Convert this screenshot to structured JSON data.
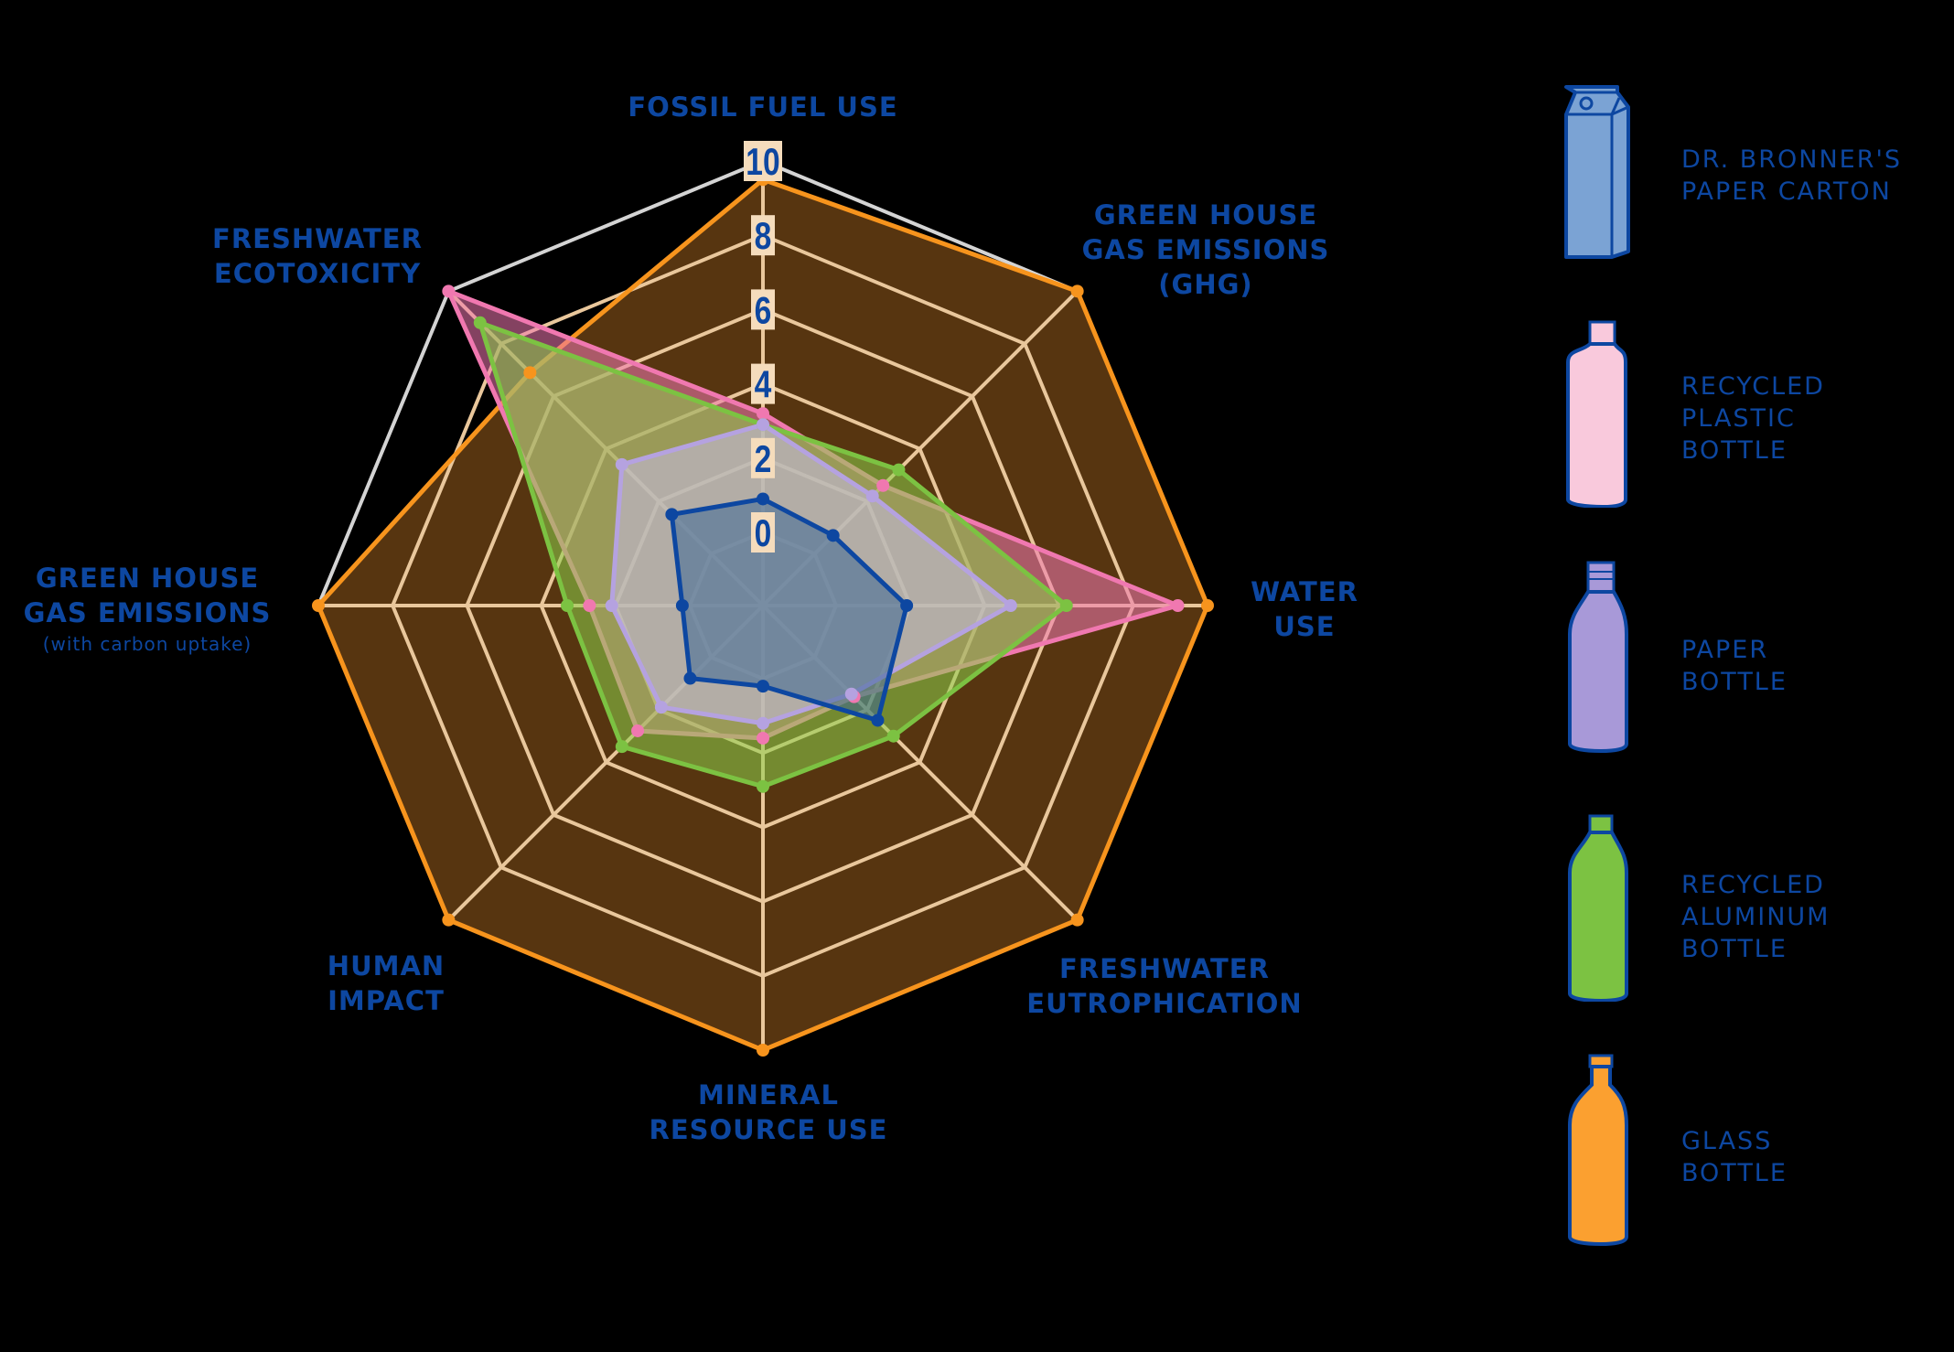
{
  "chart_data": {
    "type": "radar",
    "title": "",
    "axes": [
      "FOSSIL FUEL USE",
      "GREEN HOUSE GAS EMISSIONS (GHG)",
      "WATER USE",
      "FRESHWATER EUTROPHICATION",
      "MINERAL RESOURCE USE",
      "HUMAN IMPACT",
      "GREEN HOUSE GAS EMISSIONS",
      "FRESHWATER ECOTOXICITY"
    ],
    "axis_label_lines": [
      [
        "FOSSIL FUEL USE"
      ],
      [
        "GREEN HOUSE",
        "GAS EMISSIONS",
        "(GHG)"
      ],
      [
        "WATER",
        "USE"
      ],
      [
        "FRESHWATER",
        "EUTROPHICATION"
      ],
      [
        "MINERAL",
        "RESOURCE USE"
      ],
      [
        "HUMAN",
        "IMPACT"
      ],
      [
        "GREEN HOUSE",
        "GAS EMISSIONS"
      ],
      [
        "FRESHWATER",
        "ECOTOXICITY"
      ]
    ],
    "axis_sublabel": "(with carbon uptake)",
    "range": [
      0,
      10
    ],
    "ticks": [
      "0",
      "2",
      "4",
      "6",
      "8",
      "10"
    ],
    "grid": true,
    "legend_position": "right",
    "series": [
      {
        "name": "GLASS BOTTLE",
        "color": "#f7941d",
        "fill": "#573510",
        "values": [
          9.5,
          10,
          10,
          10,
          10,
          10,
          10,
          6.9
        ]
      },
      {
        "name": "RECYCLED PLASTIC BOTTLE",
        "color": "#f078b0",
        "fill": "#f078b0",
        "values": [
          3.2,
          2.6,
          9.2,
          1.5,
          1.6,
          2.8,
          2.7,
          10
        ]
      },
      {
        "name": "RECYCLED ALUMINUM BOTTLE",
        "color": "#7cc242",
        "fill": "#8ccf4a",
        "values": [
          2.9,
          3.2,
          6.2,
          3.0,
          2.9,
          3.4,
          3.3,
          8.8
        ]
      },
      {
        "name": "PAPER BOTTLE",
        "color": "#b5a2e0",
        "fill": "#c8bde8",
        "values": [
          2.9,
          2.2,
          4.7,
          1.4,
          1.2,
          1.9,
          2.1,
          3.4
        ]
      },
      {
        "name": "DR. BRONNER'S PAPER CARTON",
        "color": "#0d47a1",
        "fill": "#3d6896",
        "values": [
          0.9,
          0.7,
          1.9,
          2.4,
          0.2,
          0.8,
          0.2,
          1.5
        ]
      }
    ]
  },
  "legend": [
    {
      "label": "DR. BRONNER'S\nPAPER CARTON",
      "icon": "carton-icon",
      "color": "#7ba3d4"
    },
    {
      "label": "RECYCLED\nPLASTIC\nBOTTLE",
      "icon": "plastic-bottle-icon",
      "color": "#f9c9dc"
    },
    {
      "label": "PAPER\nBOTTLE",
      "icon": "paper-bottle-icon",
      "color": "#a899d8"
    },
    {
      "label": "RECYCLED\nALUMINUM\nBOTTLE",
      "icon": "aluminum-bottle-icon",
      "color": "#7cc242"
    },
    {
      "label": "GLASS\nBOTTLE",
      "icon": "glass-bottle-icon",
      "color": "#fba030"
    }
  ]
}
